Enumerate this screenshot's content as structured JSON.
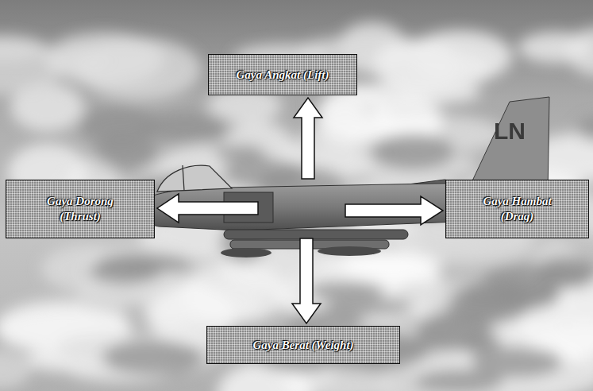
{
  "diagram": {
    "nodes": [
      {
        "text": [
          "Gaya Angkat (Lift)"
        ]
      },
      {
        "text": [
          "Gaya Dorong (Thrust)"
        ]
      },
      {
        "text": [
          "Gaya Hambat (Drag)"
        ]
      },
      {
        "text": [
          "Gaya Berat (Weight)"
        ]
      }
    ],
    "labels": [
      "LN"
    ]
  }
}
